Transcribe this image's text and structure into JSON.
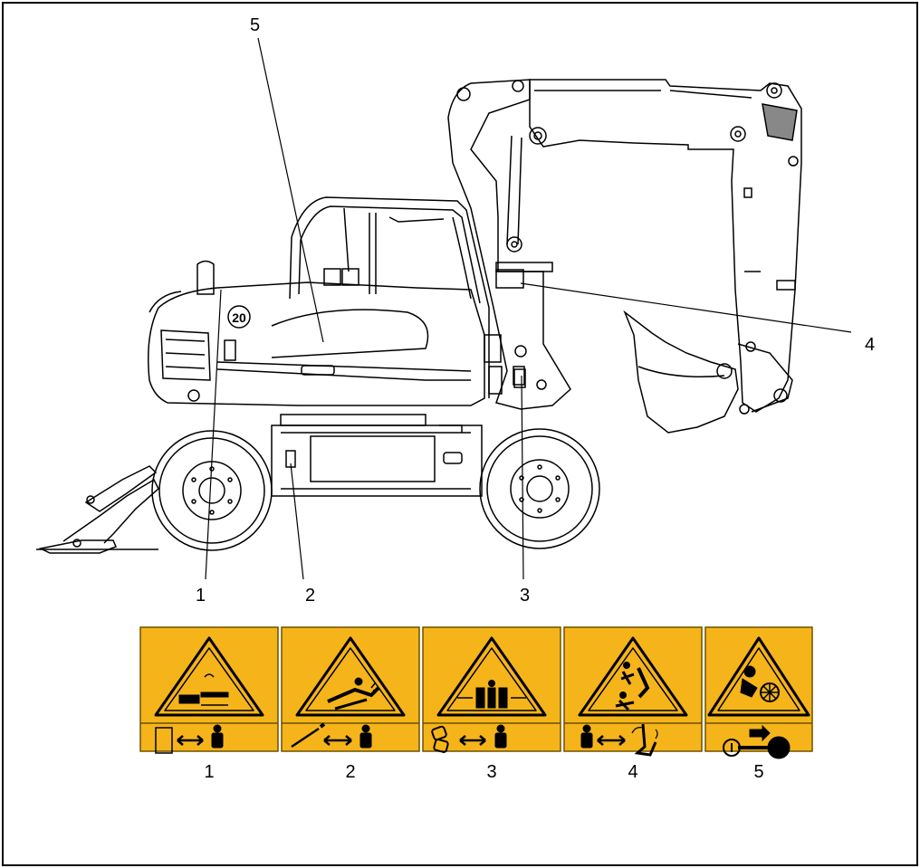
{
  "callouts": {
    "c1": "1",
    "c2": "2",
    "c3": "3",
    "c4": "4",
    "c5": "5"
  },
  "machine": {
    "badge_text": "20"
  },
  "signs": [
    {
      "number": "1",
      "hazard_icon": "swing-crush-hazard-icon",
      "action_icon": "keep-distance-from-machine-icon"
    },
    {
      "number": "2",
      "hazard_icon": "fall-hazard-icon",
      "action_icon": "keep-distance-from-hose-icon"
    },
    {
      "number": "3",
      "hazard_icon": "crush-between-parts-icon",
      "action_icon": "keep-distance-from-articulation-icon"
    },
    {
      "number": "4",
      "hazard_icon": "boom-strike-hazard-icon",
      "action_icon": "keep-distance-from-bucket-icon"
    },
    {
      "number": "5",
      "hazard_icon": "fan-entanglement-hazard-icon",
      "action_icon": "remove-ignition-key-icon"
    }
  ],
  "colors": {
    "sign_yellow": "#f5b41a",
    "line": "#000000"
  }
}
